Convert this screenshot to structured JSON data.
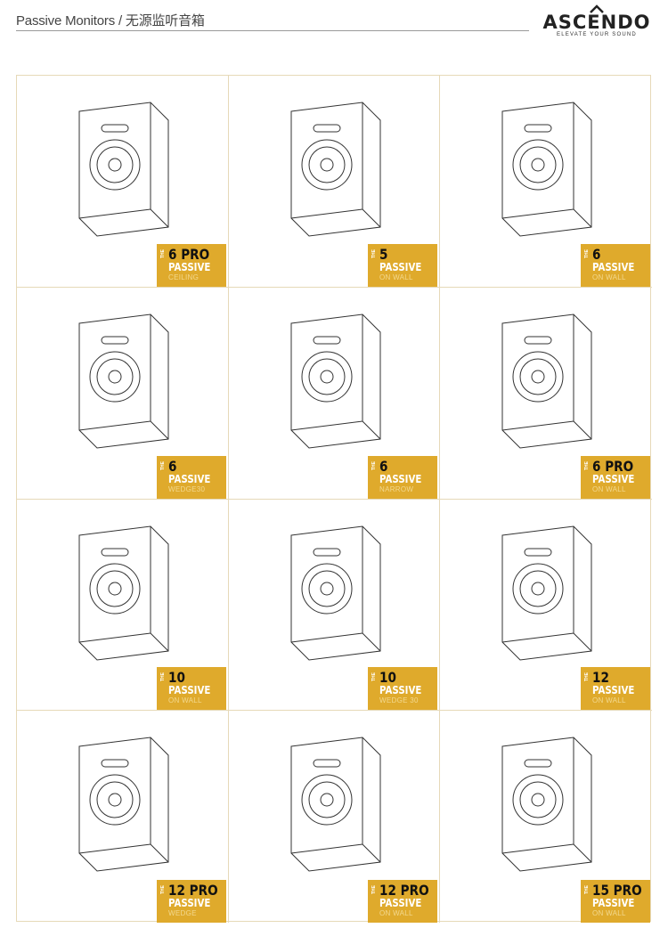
{
  "header": {
    "title": "Passive Monitors / 无源监听音箱",
    "logo": {
      "word": "ASCENDO",
      "tagline": "ELEVATE YOUR SOUND"
    }
  },
  "badge_prefix": "THE",
  "products": [
    {
      "model": "6 PRO",
      "type": "PASSIVE",
      "mount": "CEILING"
    },
    {
      "model": "5",
      "type": "PASSIVE",
      "mount": "ON WALL"
    },
    {
      "model": "6",
      "type": "PASSIVE",
      "mount": "ON WALL"
    },
    {
      "model": "6",
      "type": "PASSIVE",
      "mount": "WEDGE30"
    },
    {
      "model": "6",
      "type": "PASSIVE",
      "mount": "NARROW"
    },
    {
      "model": "6 PRO",
      "type": "PASSIVE",
      "mount": "ON WALL"
    },
    {
      "model": "10",
      "type": "PASSIVE",
      "mount": "ON WALL"
    },
    {
      "model": "10",
      "type": "PASSIVE",
      "mount": "WEDGE 30"
    },
    {
      "model": "12",
      "type": "PASSIVE",
      "mount": "ON WALL"
    },
    {
      "model": "12 PRO",
      "type": "PASSIVE",
      "mount": "WEDGE"
    },
    {
      "model": "12 PRO",
      "type": "PASSIVE",
      "mount": "ON WALL"
    },
    {
      "model": "15 PRO",
      "type": "PASSIVE",
      "mount": "ON WALL"
    }
  ],
  "colors": {
    "badge": "#dfaa2c",
    "border": "#e6d9b8"
  }
}
